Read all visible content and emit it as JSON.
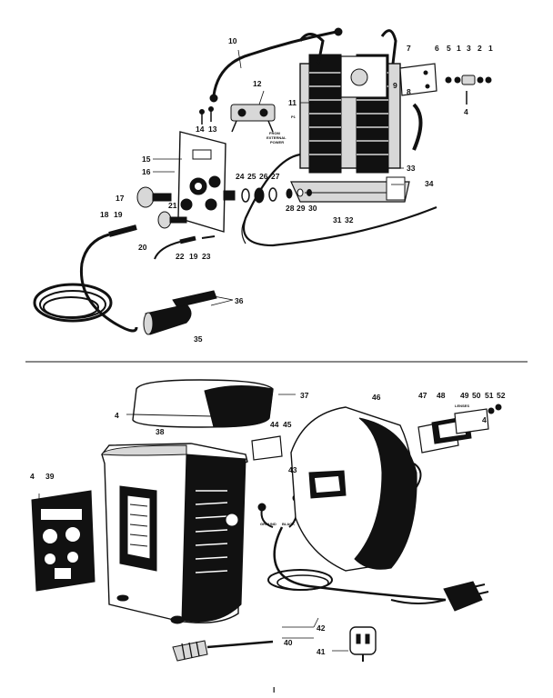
{
  "top_labels": {
    "l1": "1",
    "l2": "2",
    "l3": "3",
    "l1b": "1",
    "l5": "5",
    "l6": "6",
    "l7": "7",
    "l4": "4",
    "l8": "8",
    "l9": "9",
    "l10": "10",
    "l11": "11",
    "l12": "12",
    "l13": "13",
    "l14": "14",
    "l15": "15",
    "l16": "16",
    "l17": "17",
    "l18": "18",
    "l19a": "19",
    "l19b": "19",
    "l20": "20",
    "l21": "21",
    "l22": "22",
    "l23": "23",
    "l24": "24",
    "l25": "25",
    "l26": "26",
    "l27": "27",
    "l28": "28",
    "l29": "29",
    "l30": "30",
    "l31": "31",
    "l32": "32",
    "l33": "33",
    "l34": "34",
    "l35": "35",
    "l36": "36"
  },
  "top_annotations": {
    "from_line1": "FROM",
    "from_line2": "EXTERNAL",
    "from_line3": "POWER",
    "p1": "P1"
  },
  "bottom_labels": {
    "l37": "37",
    "l38": "38",
    "l39": "39",
    "l4a": "4",
    "l4b": "4",
    "l40": "40",
    "l41": "41",
    "l42": "42",
    "l43": "43",
    "l44": "44",
    "l45": "45",
    "l46": "46",
    "l47": "47",
    "l48": "48",
    "l49": "49",
    "l50": "50",
    "l51": "51",
    "l52": "52",
    "l4c": "4"
  },
  "bottom_annotations": {
    "ground": "GROUND",
    "black": "BLACK",
    "lenses": "LENSES"
  },
  "footer": {
    "page_number": "I"
  }
}
